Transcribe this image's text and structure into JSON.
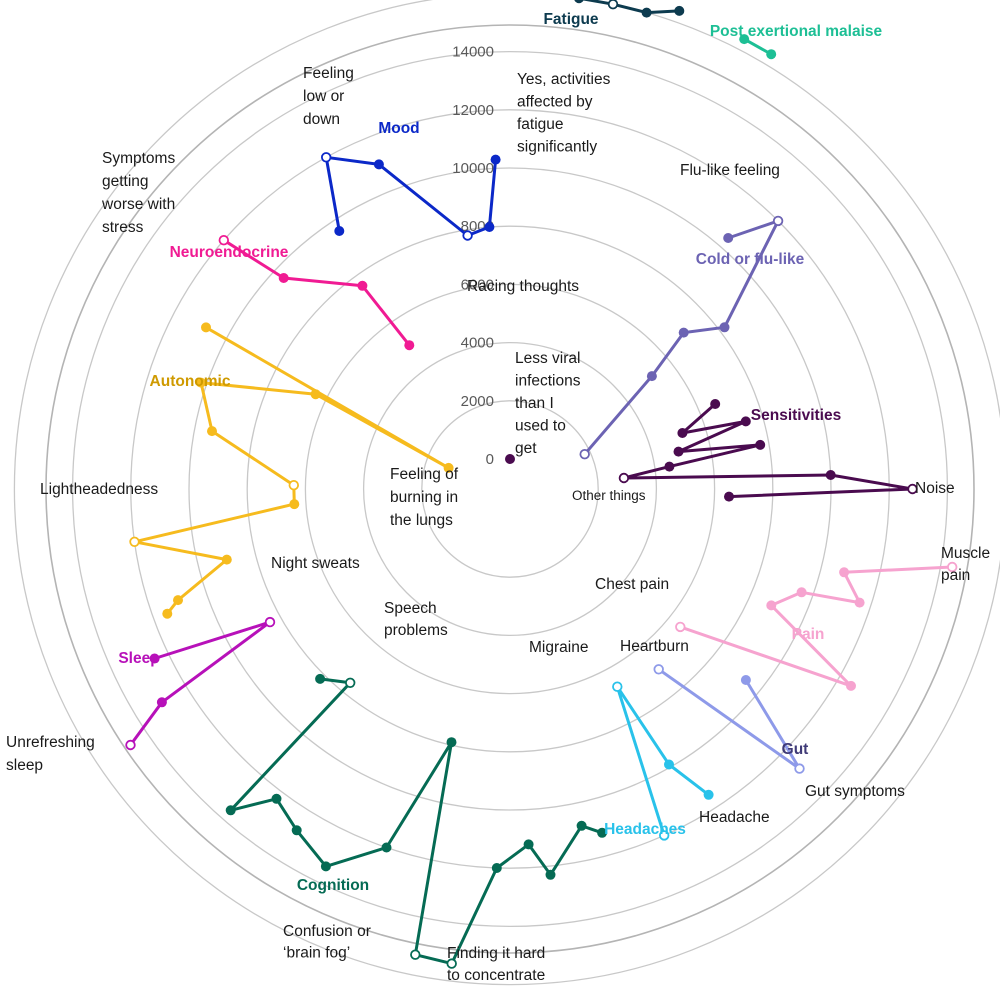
{
  "chart_data": {
    "type": "radial-line",
    "radial_ticks": [
      "0",
      "2000",
      "4000",
      "6000",
      "8000",
      "10000",
      "12000",
      "14000",
      "16000"
    ],
    "series": [
      {
        "name": "Fatigue",
        "color": "#0d3b4f",
        "points": [
          {
            "value": 16000,
            "angle": 8
          },
          {
            "value": 16000,
            "angle": 12,
            "label": "Yes, activities affected by fatigue significantly"
          },
          {
            "value": 16000,
            "angle": 16
          },
          {
            "value": 16400,
            "angle": 19.5
          }
        ]
      },
      {
        "name": "Post exertional malaise",
        "color": "#1dbf95",
        "points": [
          {
            "value": 16400,
            "angle": 27.5
          },
          {
            "value": 16400,
            "angle": 31
          }
        ]
      },
      {
        "name": "Cold or flu-like",
        "color": "#6c63b3",
        "points": [
          {
            "value": 10400,
            "angle": 41
          },
          {
            "value": 12000,
            "angle": 45,
            "label": "Flu-like feeling"
          },
          {
            "value": 8200,
            "angle": 53
          },
          {
            "value": 7000,
            "angle": 48
          },
          {
            "value": 5200,
            "angle": 51.5
          },
          {
            "value": 1800,
            "angle": 65,
            "label": "Less viral infections than I used to get"
          }
        ]
      },
      {
        "name": "Sensitivities",
        "color": "#4a0b4f",
        "points": [
          {
            "value": 6600,
            "angle": 67.5
          },
          {
            "value": 5200,
            "angle": 72
          },
          {
            "value": 7400,
            "angle": 74
          },
          {
            "value": 4900,
            "angle": 77.5
          },
          {
            "value": 7700,
            "angle": 80
          },
          {
            "value": 4500,
            "angle": 82
          },
          {
            "value": 2900,
            "angle": 84.5,
            "label": "Other things"
          },
          {
            "value": 10000,
            "angle": 87.5
          },
          {
            "value": 12800,
            "angle": 90,
            "label": "Noise"
          },
          {
            "value": 6500,
            "angle": 92
          }
        ]
      },
      {
        "name": "Pain",
        "color": "#f6a3cf",
        "points": [
          {
            "value": 14400,
            "angle": 100,
            "label": "Muscle pain"
          },
          {
            "value": 10800,
            "angle": 104
          },
          {
            "value": 11600,
            "angle": 108
          },
          {
            "value": 9600,
            "angle": 109.5
          },
          {
            "value": 8800,
            "angle": 114
          },
          {
            "value": 12500,
            "angle": 120
          },
          {
            "value": 6500,
            "angle": 129,
            "label": "Chest pain"
          }
        ]
      },
      {
        "name": "Gut",
        "color": "#8e9ae9",
        "points": [
          {
            "value": 9400,
            "angle": 129
          },
          {
            "value": 12800,
            "angle": 134,
            "label": "Gut symptoms"
          },
          {
            "value": 7000,
            "angle": 140.5,
            "label": "Heartburn"
          }
        ]
      },
      {
        "name": "Headaches",
        "color": "#29c2ea",
        "points": [
          {
            "value": 11500,
            "angle": 147
          },
          {
            "value": 9900,
            "angle": 150
          },
          {
            "value": 6700,
            "angle": 151.5,
            "label": "Migraine"
          },
          {
            "value": 12000,
            "angle": 156,
            "label": "Headache"
          }
        ]
      },
      {
        "name": "Cognition",
        "color": "#056b54",
        "points": [
          {
            "value": 11200,
            "angle": 165
          },
          {
            "value": 10800,
            "angle": 168
          },
          {
            "value": 12300,
            "angle": 174
          },
          {
            "value": 11200,
            "angle": 177
          },
          {
            "value": 12000,
            "angle": 182
          },
          {
            "value": 15400,
            "angle": 187,
            "label": "Finding it hard to concentrate"
          },
          {
            "value": 15300,
            "angle": 191.5,
            "label": "Confusion or ‘brain fog’"
          },
          {
            "value": 7900,
            "angle": 193
          },
          {
            "value": 12000,
            "angle": 199
          },
          {
            "value": 13400,
            "angle": 206
          },
          {
            "value": 12800,
            "angle": 212
          },
          {
            "value": 12300,
            "angle": 217
          },
          {
            "value": 13600,
            "angle": 221
          },
          {
            "value": 7600,
            "angle": 219.5,
            "label": "Speech problems"
          },
          {
            "value": 8200,
            "angle": 225
          }
        ]
      },
      {
        "name": "Sleep",
        "color": "#b711b9",
        "points": [
          {
            "value": 14700,
            "angle": 236,
            "label": "Unrefreshing sleep"
          },
          {
            "value": 13000,
            "angle": 238.5
          },
          {
            "value": 8400,
            "angle": 241,
            "label": "Night sweats"
          },
          {
            "value": 12500,
            "angle": 244.5
          }
        ]
      },
      {
        "name": "Autonomic",
        "color": "#f6bb1e",
        "points": [
          {
            "value": 11500,
            "angle": 250
          },
          {
            "value": 11000,
            "angle": 251.5
          },
          {
            "value": 9000,
            "angle": 256
          },
          {
            "value": 12000,
            "angle": 262,
            "label": "Lightheadedness"
          },
          {
            "value": 6400,
            "angle": 266
          },
          {
            "value": 6400,
            "angle": 271,
            "label": "Feeling of burning in the lungs"
          },
          {
            "value": 9400,
            "angle": 281
          },
          {
            "value": 10200,
            "angle": 289
          },
          {
            "value": 6400,
            "angle": 296
          },
          {
            "value": 1200,
            "angle": 289
          },
          {
            "value": 10800,
            "angle": 298
          }
        ]
      },
      {
        "name": "Neuroendocrine",
        "color": "#f01b93",
        "points": [
          {
            "value": 5000,
            "angle": 325
          },
          {
            "value": 7600,
            "angle": 324
          },
          {
            "value": 9600,
            "angle": 313
          },
          {
            "value": 12000,
            "angle": 311,
            "label": "Symptoms getting worse with stress"
          }
        ]
      },
      {
        "name": "Mood",
        "color": "#0b28c8",
        "points": [
          {
            "value": 9600,
            "angle": 326.5
          },
          {
            "value": 12000,
            "angle": 331,
            "label": "Feeling low or down"
          },
          {
            "value": 11000,
            "angle": 338
          },
          {
            "value": 7800,
            "angle": 350.5,
            "label": "Racing thoughts"
          },
          {
            "value": 8000,
            "angle": 355.5
          },
          {
            "value": 10300,
            "angle": 357.5
          }
        ]
      }
    ],
    "extra_points": [
      {
        "name": "Feeling of burning in the lungs marker",
        "color": "#4a0b4f",
        "value": 0,
        "angle": 0
      }
    ],
    "open_markers": [
      "Yes, activities affected by fatigue significantly",
      "Flu-like feeling",
      "Less viral infections than I used to get",
      "Other things",
      "Noise",
      "Muscle pain",
      "Chest pain",
      "Gut symptoms",
      "Heartburn",
      "Migraine",
      "Headache",
      "Finding it hard to concentrate",
      "Confusion or ‘brain fog’",
      "Speech problems",
      "Unrefreshing sleep",
      "Night sweats",
      "Lightheadedness",
      "Feeling of burning in the lungs",
      "Symptoms getting worse with stress",
      "Feeling low or down",
      "Racing thoughts"
    ],
    "group_labels": [
      {
        "text": "Fatigue",
        "color": "#0d3b4f"
      },
      {
        "text": "Post exertional malaise",
        "color": "#1dbf95"
      },
      {
        "text": "Mood",
        "color": "#0b28c8"
      },
      {
        "text": "Neuroendocrine",
        "color": "#f01b93"
      },
      {
        "text": "Cold or flu-like",
        "color": "#6c63b3"
      },
      {
        "text": "Autonomic",
        "color": "#cf9a00"
      },
      {
        "text": "Sensitivities",
        "color": "#4a0b4f"
      },
      {
        "text": "Pain",
        "color": "#f6a3cf"
      },
      {
        "text": "Gut",
        "color": "#3f3a77"
      },
      {
        "text": "Headaches",
        "color": "#29c2ea"
      },
      {
        "text": "Sleep",
        "color": "#b711b9"
      },
      {
        "text": "Cognition",
        "color": "#056b54"
      }
    ],
    "item_labels": [
      {
        "lines": [
          "Feeling",
          "low or",
          "down"
        ]
      },
      {
        "lines": [
          "Yes, activities",
          "affected by",
          "fatigue",
          "significantly"
        ]
      },
      {
        "lines": [
          "Symptoms",
          "getting",
          "worse with",
          "stress"
        ]
      },
      {
        "lines": [
          "Flu-like feeling"
        ]
      },
      {
        "lines": [
          "Racing thoughts"
        ]
      },
      {
        "lines": [
          "Less viral",
          "infections",
          "than I",
          "used to",
          "get"
        ]
      },
      {
        "lines": [
          "Feeling of",
          "burning in",
          "the lungs"
        ]
      },
      {
        "lines": [
          "Other things"
        ]
      },
      {
        "lines": [
          "Noise"
        ]
      },
      {
        "lines": [
          "Lightheadedness"
        ]
      },
      {
        "lines": [
          "Muscle",
          "pain"
        ]
      },
      {
        "lines": [
          "Chest pain"
        ]
      },
      {
        "lines": [
          "Night sweats"
        ]
      },
      {
        "lines": [
          "Speech",
          "problems"
        ]
      },
      {
        "lines": [
          "Migraine"
        ]
      },
      {
        "lines": [
          "Heartburn"
        ]
      },
      {
        "lines": [
          "Unrefreshing",
          "sleep"
        ]
      },
      {
        "lines": [
          "Gut symptoms"
        ]
      },
      {
        "lines": [
          "Headache"
        ]
      },
      {
        "lines": [
          "Confusion or",
          "‘brain fog’"
        ]
      },
      {
        "lines": [
          "Finding it hard",
          "to concentrate"
        ]
      }
    ]
  }
}
